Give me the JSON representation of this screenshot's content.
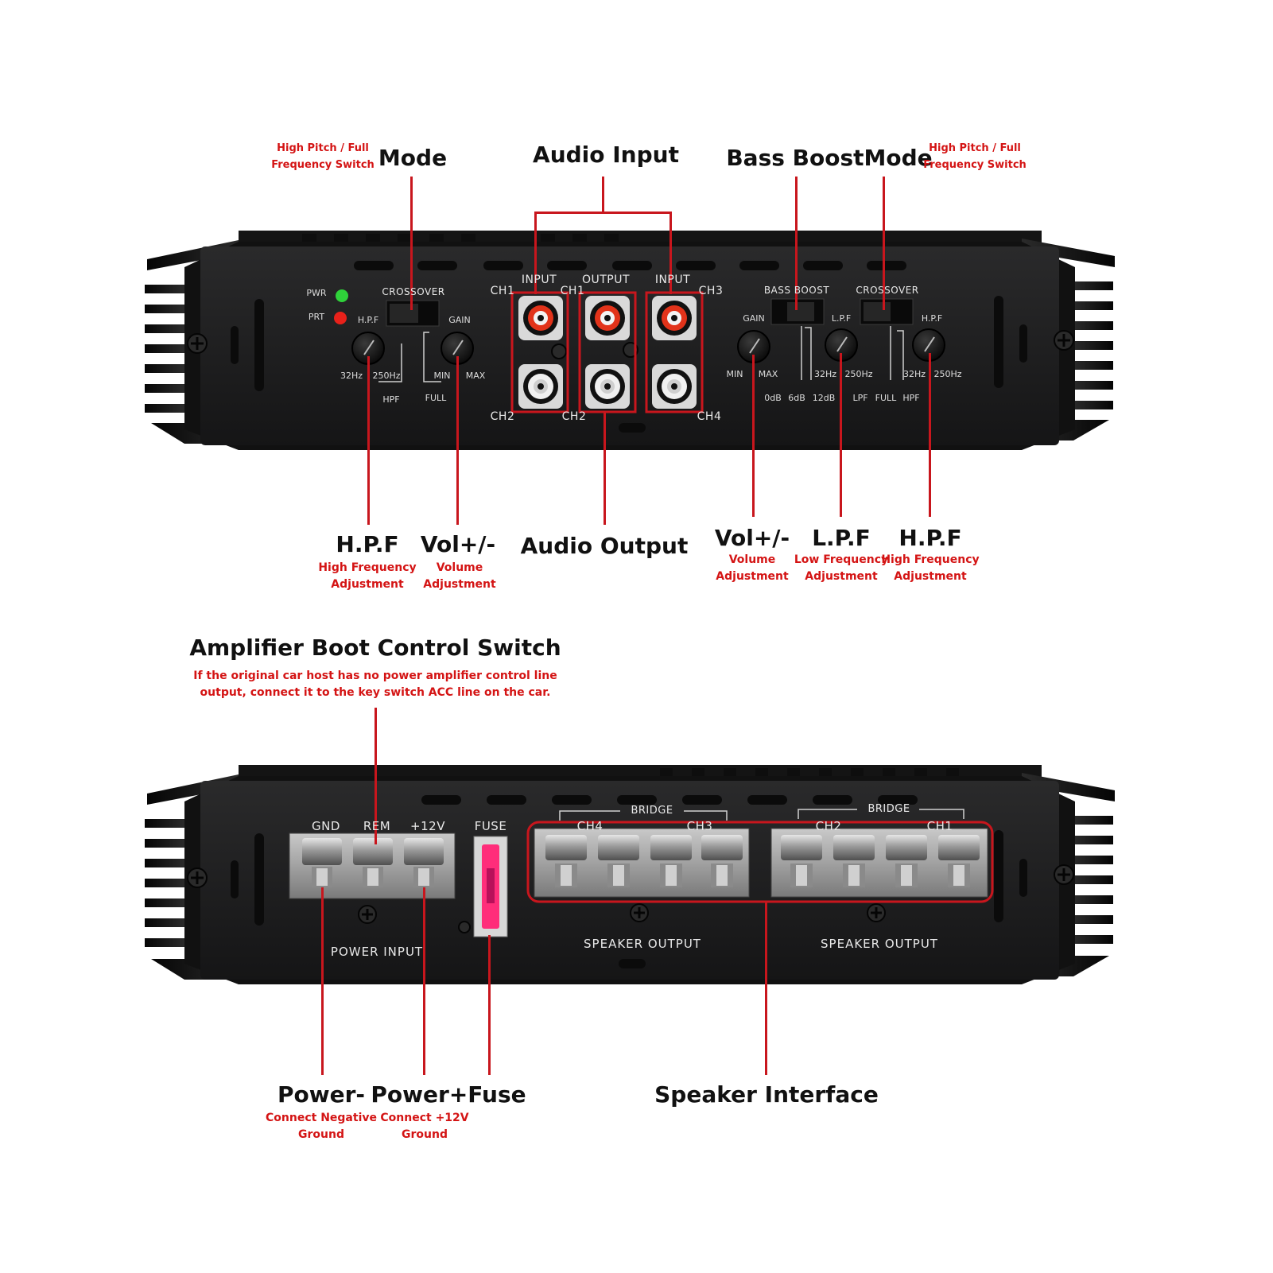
{
  "callouts_top": {
    "mode_left": {
      "title": "Mode",
      "note_line1": "High Pitch / Full",
      "note_line2": "Frequency Switch"
    },
    "audio_input": {
      "title": "Audio Input"
    },
    "bass_boost_mode": {
      "title": "Bass BoostMode"
    },
    "mode_right_note": {
      "note_line1": "High Pitch / Full",
      "note_line2": "Frequency Switch"
    },
    "hpf_left": {
      "title": "H.P.F",
      "note_line1": "High Frequency",
      "note_line2": "Adjustment"
    },
    "vol_left": {
      "title": "Vol+/-",
      "note_line1": "Volume",
      "note_line2": "Adjustment"
    },
    "audio_output": {
      "title": "Audio Output"
    },
    "vol_right": {
      "title": "Vol+/-",
      "note_line1": "Volume",
      "note_line2": "Adjustment"
    },
    "lpf_right": {
      "title": "L.P.F",
      "note_line1": "Low Frequency",
      "note_line2": "Adjustment"
    },
    "hpf_right": {
      "title": "H.P.F",
      "note_line1": "High Frequency",
      "note_line2": "Adjustment"
    }
  },
  "panel_top": {
    "pwr": "PWR",
    "prt": "PRT",
    "crossover_left": "CROSSOVER",
    "hpf_switch": "H.P.F",
    "gain_left": "GAIN",
    "freq_low_left": "32Hz",
    "freq_high_left": "250Hz",
    "hpf_label_left": "HPF",
    "min_left": "MIN",
    "max_left": "MAX",
    "full_left": "FULL",
    "input_left": "INPUT",
    "output_mid": "OUTPUT",
    "input_right": "INPUT",
    "ch1_a": "CH1",
    "ch1_b": "CH1",
    "ch3": "CH3",
    "ch2_a": "CH2",
    "ch2_b": "CH2",
    "ch4": "CH4",
    "bass_boost": "BASS BOOST",
    "crossover_right": "CROSSOVER",
    "gain_right": "GAIN",
    "lpf_switch": "L.P.F",
    "hpf_switch_right": "H.P.F",
    "min_right": "MIN",
    "max_right": "MAX",
    "boost_0": "0dB",
    "boost_6": "6dB",
    "boost_12": "12dB",
    "lpf_freq_low": "32Hz",
    "lpf_freq_high": "250Hz",
    "hpf_freq_low": "32Hz",
    "hpf_freq_high": "250Hz",
    "lpf_label": "LPF",
    "full_label": "FULL",
    "hpf_label": "HPF"
  },
  "callouts_bottom": {
    "boot_switch": {
      "title": "Amplifier Boot Control Switch",
      "note_line1": "If the original car host has no power amplifier control line",
      "note_line2": "output, connect it to the key switch ACC line on the car."
    },
    "power_minus": {
      "title": "Power-",
      "note_line1": "Connect Negative",
      "note_line2": "Ground"
    },
    "power_plus_fuse": {
      "title": "Power+Fuse",
      "note_line1": "Connect +12V",
      "note_line2": "Ground"
    },
    "speaker_interface": {
      "title": "Speaker Interface"
    }
  },
  "panel_bottom": {
    "gnd": "GND",
    "rem": "REM",
    "v12": "+12V",
    "fuse": "FUSE",
    "power_input": "POWER INPUT",
    "bridge_left": "BRIDGE",
    "bridge_right": "BRIDGE",
    "ch4": "CH4",
    "ch3": "CH3",
    "ch2": "CH2",
    "ch1": "CH1",
    "speaker_output_left": "SPEAKER OUTPUT",
    "speaker_output_right": "SPEAKER OUTPUT"
  },
  "colors": {
    "callout_red": "#c8161d",
    "rca_red": "#e2331a",
    "led_green": "#2fd23a",
    "led_red": "#e8211a",
    "fuse_pink": "#ff2d7a",
    "panel_dark": "#1e1e1f"
  }
}
